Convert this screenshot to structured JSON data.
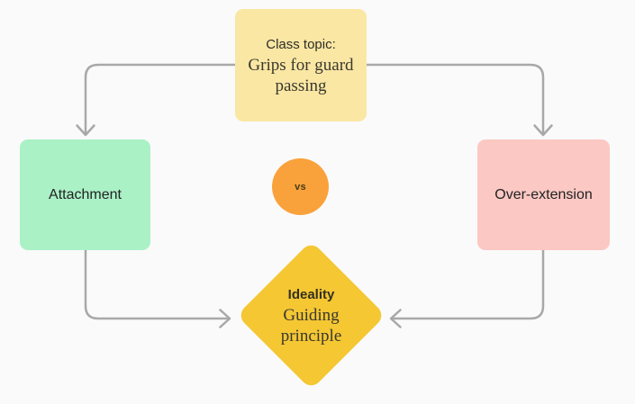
{
  "canvas": {
    "background": "#fafafa"
  },
  "nodes": {
    "topic": {
      "lines": [
        "Class topic:",
        "Grips for guard",
        "passing"
      ],
      "fill": "#fae7a3"
    },
    "attachment": {
      "label": "Attachment",
      "fill": "#aaf1c6"
    },
    "vs": {
      "label": "vs",
      "fill": "#f9a23b"
    },
    "over_extension": {
      "label": "Over-extension",
      "fill": "#fbc8c3"
    },
    "ideality": {
      "title": "Ideality",
      "lines": [
        "Guiding",
        "principle"
      ],
      "fill": "#f4c733"
    }
  },
  "connectors": {
    "color": "#a8a8a8",
    "edges": [
      {
        "from": "topic",
        "to": "attachment"
      },
      {
        "from": "topic",
        "to": "over_extension"
      },
      {
        "from": "attachment",
        "to": "ideality"
      },
      {
        "from": "over_extension",
        "to": "ideality"
      }
    ]
  }
}
